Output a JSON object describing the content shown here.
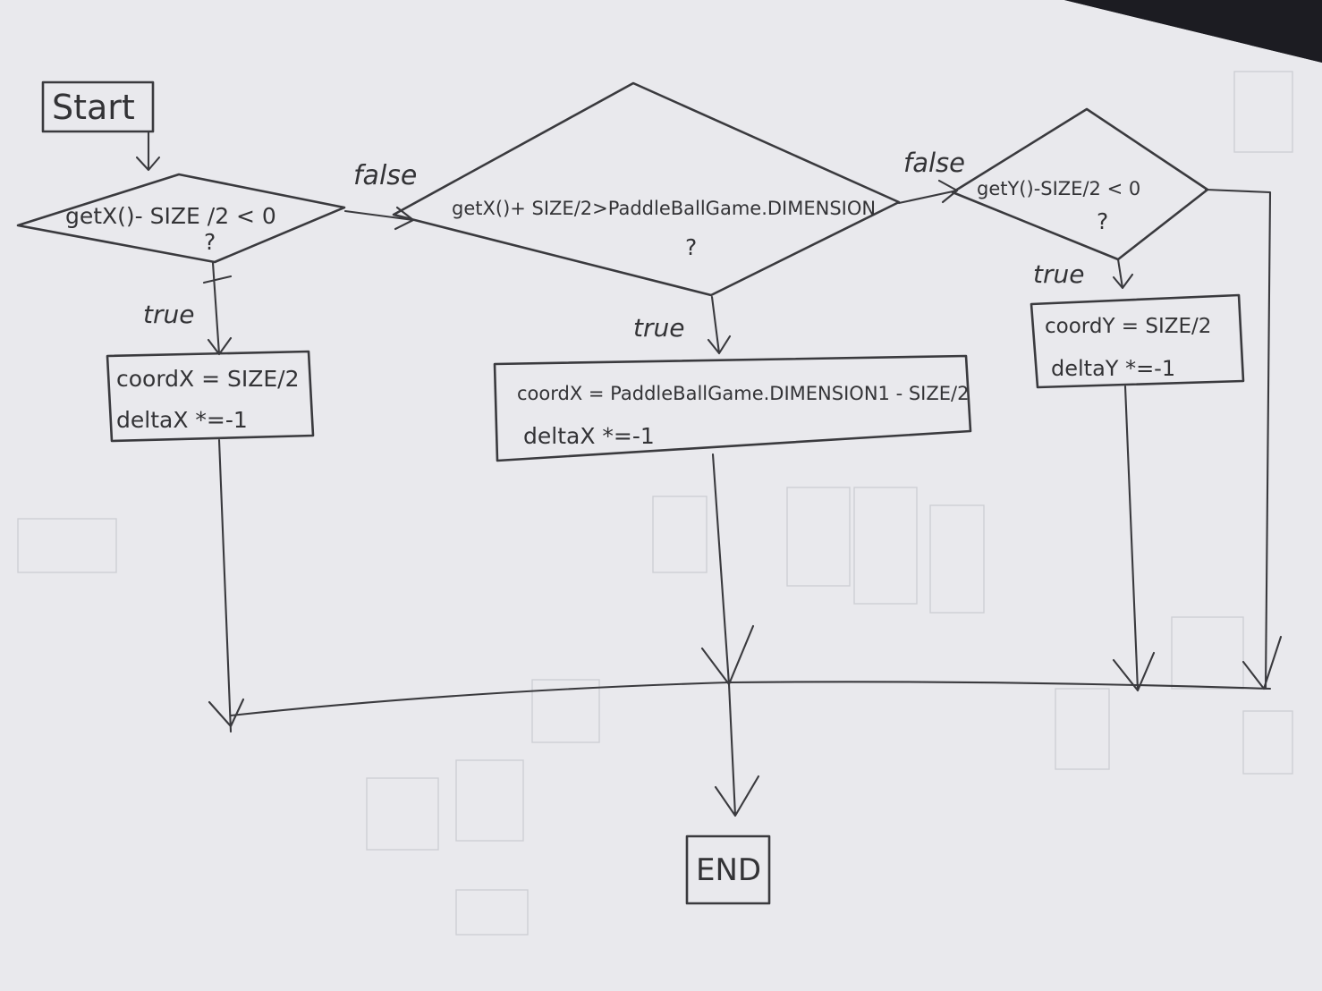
{
  "start": {
    "label": "Start"
  },
  "decisions": [
    {
      "condition": "getX()- SIZE /2 < 0",
      "question": "?"
    },
    {
      "condition": "getX()+ SIZE/2>PaddleBallGame.DIMENSION",
      "question": "?"
    },
    {
      "condition": "getY()-SIZE/2 < 0",
      "question": "?"
    }
  ],
  "actions": [
    {
      "line1": "coordX = SIZE/2",
      "line2": "deltaX *=-1"
    },
    {
      "line1": "coordX = PaddleBallGame.DIMENSION1 - SIZE/2",
      "line2": "deltaX *=-1"
    },
    {
      "line1": "coordY = SIZE/2",
      "line2": "deltaY *=-1"
    }
  ],
  "edge_labels": {
    "false_1": "false",
    "false_2": "false",
    "true_1": "true",
    "true_2": "true",
    "true_3": "true"
  },
  "end": {
    "label": "END"
  },
  "colors": {
    "paper": "#e9e9ed",
    "ink": "#333336",
    "background": "#2a2a2e"
  }
}
